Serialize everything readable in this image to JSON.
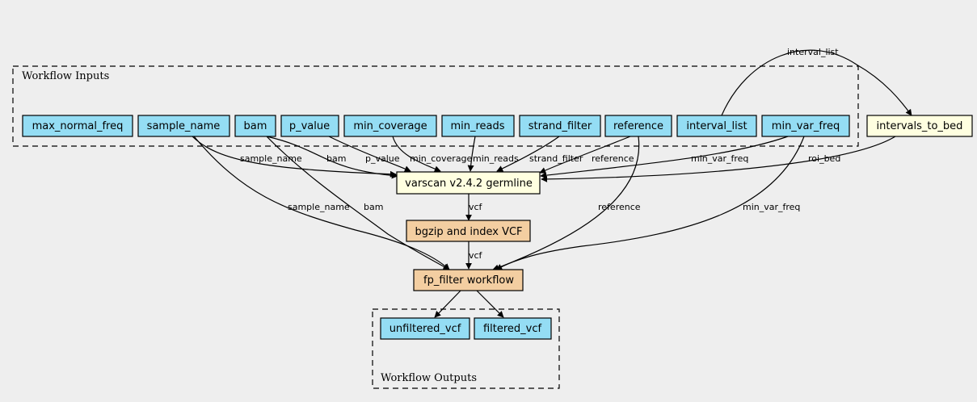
{
  "clusters": {
    "inputs_label": "Workflow Inputs",
    "outputs_label": "Workflow Outputs"
  },
  "inputs": {
    "max_normal_freq": "max_normal_freq",
    "sample_name": "sample_name",
    "bam": "bam",
    "p_value": "p_value",
    "min_coverage": "min_coverage",
    "min_reads": "min_reads",
    "strand_filter": "strand_filter",
    "reference": "reference",
    "interval_list": "interval_list",
    "min_var_freq": "min_var_freq"
  },
  "steps": {
    "intervals_to_bed": "intervals_to_bed",
    "varscan": "varscan v2.4.2 germline",
    "bgzip": "bgzip and index VCF",
    "fp_filter": "fp_filter workflow"
  },
  "outputs": {
    "unfiltered_vcf": "unfiltered_vcf",
    "filtered_vcf": "filtered_vcf"
  },
  "edge_labels": {
    "interval_list_to_bed": "interval_list",
    "sample_name_to_varscan": "sample_name",
    "bam_to_varscan": "bam",
    "p_value_to_varscan": "p_value",
    "min_coverage_to_varscan": "min_coverage",
    "min_reads_to_varscan": "min_reads",
    "strand_filter_to_varscan": "strand_filter",
    "reference_to_varscan": "reference",
    "min_var_freq_to_varscan": "min_var_freq",
    "roi_bed_to_varscan": "roi_bed",
    "varscan_to_bgzip": "vcf",
    "bgzip_to_fp_filter": "vcf",
    "sample_name_to_fp_filter": "sample_name",
    "bam_to_fp_filter": "bam",
    "reference_to_fp_filter": "reference",
    "min_var_freq_to_fp_filter": "min_var_freq"
  },
  "colors": {
    "input_fill": "#94ddf4",
    "step_fill": "#ffffe0",
    "subworkflow_fill": "#f3cea1",
    "background": "#eeeeee"
  }
}
